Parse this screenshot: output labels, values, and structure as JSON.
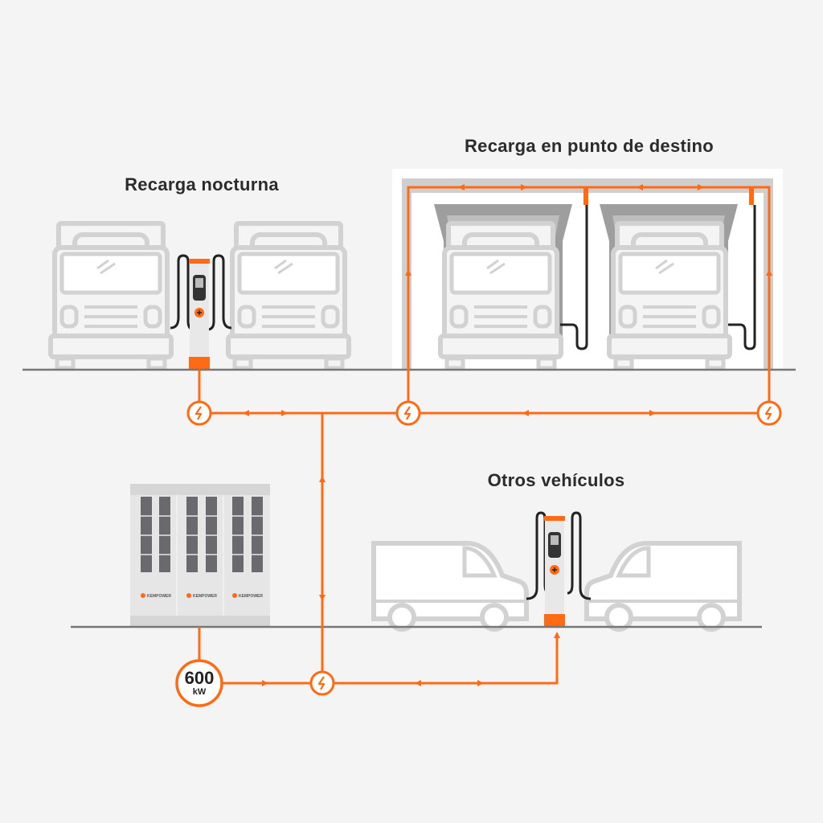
{
  "titles": {
    "night": "Recarga nocturna",
    "destination": "Recarga en punto de destino",
    "other": "Otros vehículos"
  },
  "power_unit": {
    "brand": "KEMPOWER",
    "value": "600",
    "unit": "kW"
  },
  "colors": {
    "accent": "#ff6a13",
    "vehicle_outline": "#d2d2d2",
    "ground": "#777777",
    "background": "#f4f4f4"
  },
  "icons": [
    "lightning-bolt-icon",
    "plus-icon"
  ]
}
